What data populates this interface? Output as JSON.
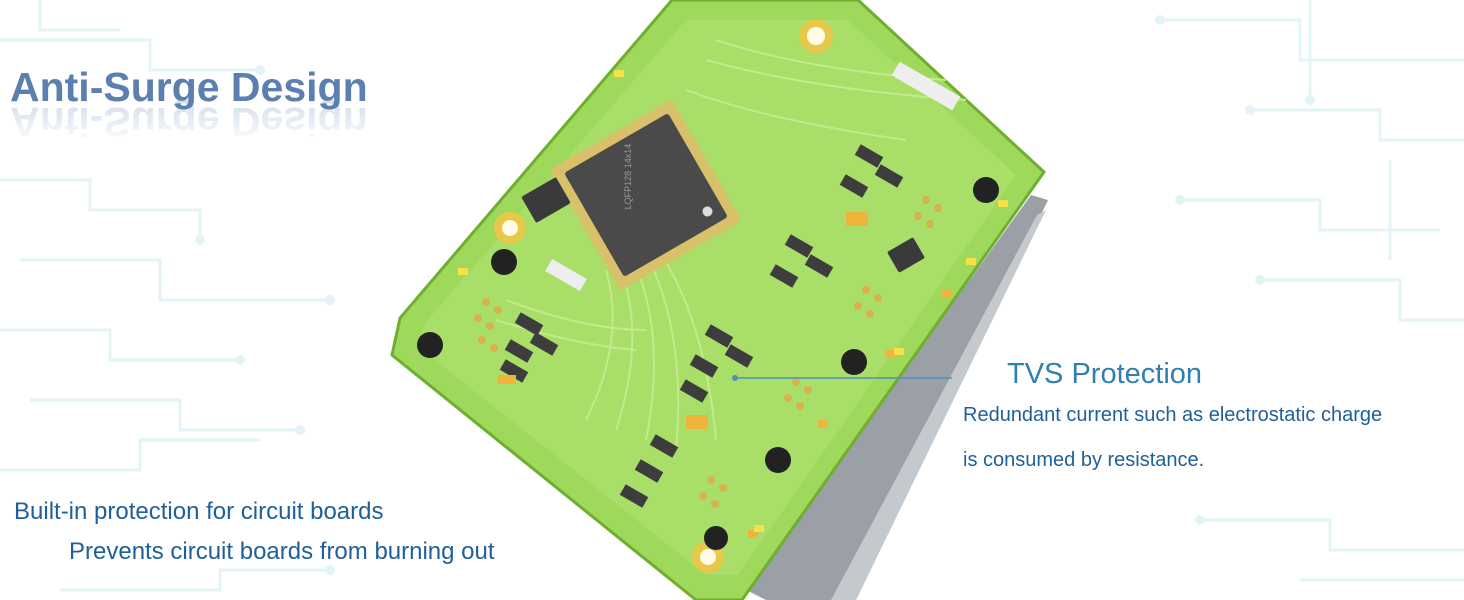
{
  "headline": {
    "title": "Anti-Surge Design"
  },
  "callout": {
    "title": "TVS Protection",
    "line1": "Redundant current such as electrostatic charge",
    "line2": "is consumed by resistance."
  },
  "footer": {
    "line1": "Built-in protection for circuit boards",
    "line2": "Prevents circuit boards from burning out"
  },
  "board": {
    "chip_label": "LQFP128 14x14"
  },
  "colors": {
    "title": "#5b7fae",
    "accent_blue": "#2f7fb3",
    "text_blue": "#1f5f9a",
    "pcb_green": "#9fd95c",
    "pcb_edge": "#6fae2e",
    "trace_green": "#b6e47a",
    "chip": "#4a4a4a",
    "port_metal": "#bfc4c9",
    "background_trace": "#dff3f4"
  }
}
